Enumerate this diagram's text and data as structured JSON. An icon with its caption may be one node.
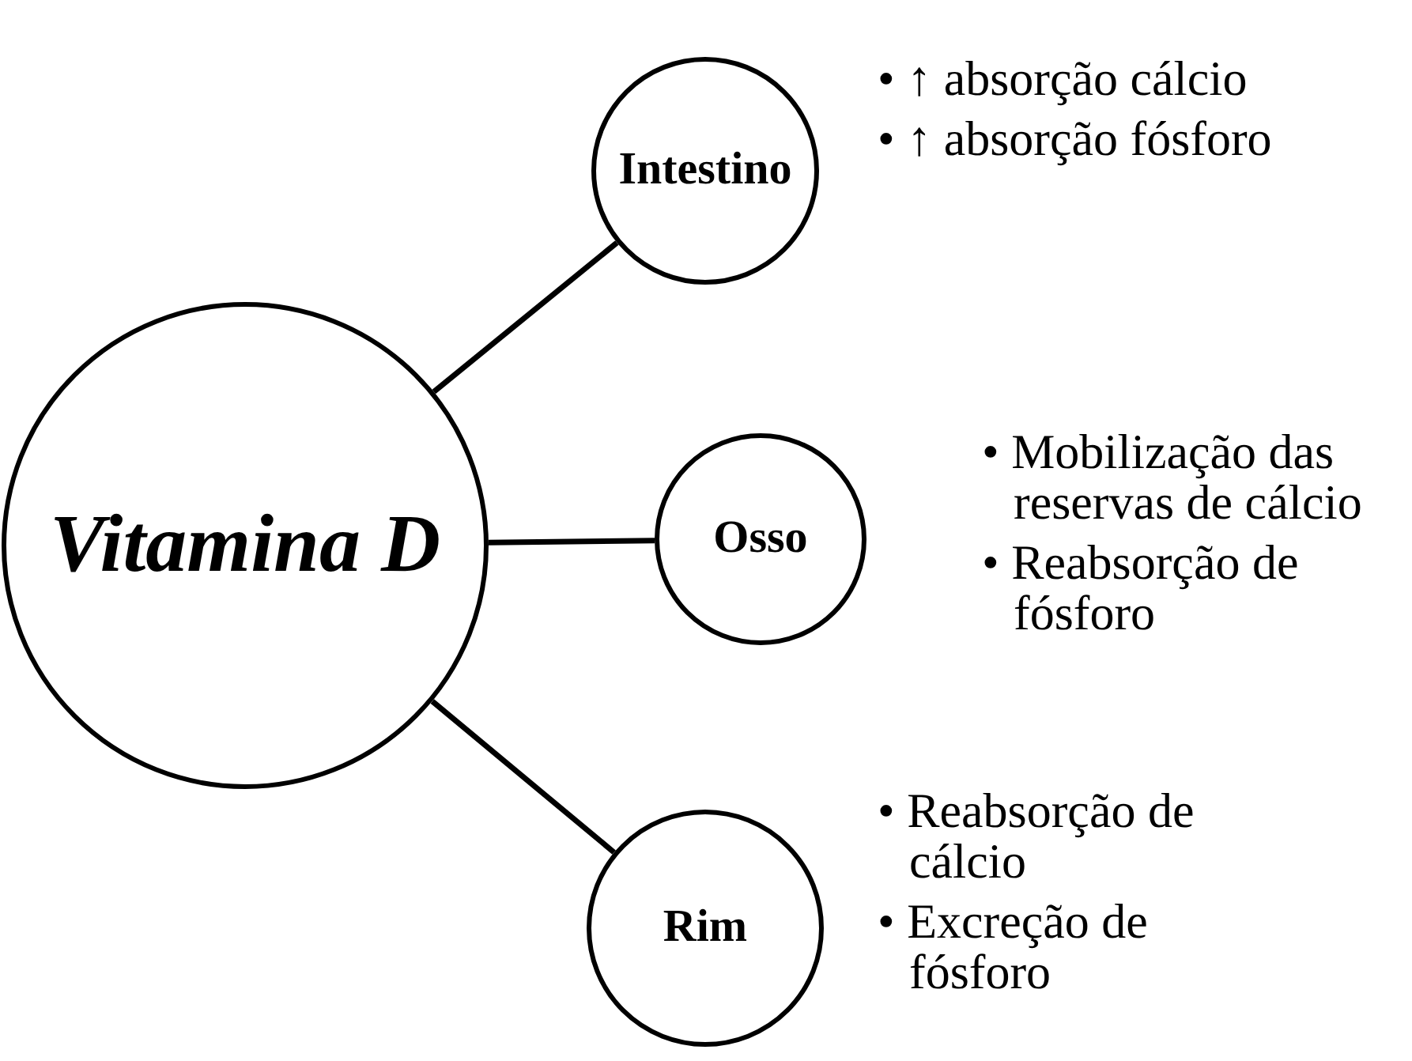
{
  "diagram": {
    "nodes": [
      {
        "text": [
          "Vitamina D"
        ]
      },
      {
        "text": [
          "Intestino"
        ],
        "beside": [
          "• ↑ absorção cálcio",
          "• ↑ absorção fósforo"
        ]
      },
      {
        "text": [
          "Osso"
        ],
        "beside": [
          "• Mobilização das reservas de cálcio",
          "• Reabsorção de fósforo"
        ]
      },
      {
        "text": [
          "Rim"
        ],
        "beside": [
          "• Reabsorção de cálcio",
          "• Excreção de fósforo"
        ]
      }
    ],
    "edges": [
      {
        "from": 0,
        "to": 1,
        "arrow": "none"
      },
      {
        "from": 0,
        "to": 2,
        "arrow": "none"
      },
      {
        "from": 0,
        "to": 3,
        "arrow": "none"
      }
    ]
  }
}
